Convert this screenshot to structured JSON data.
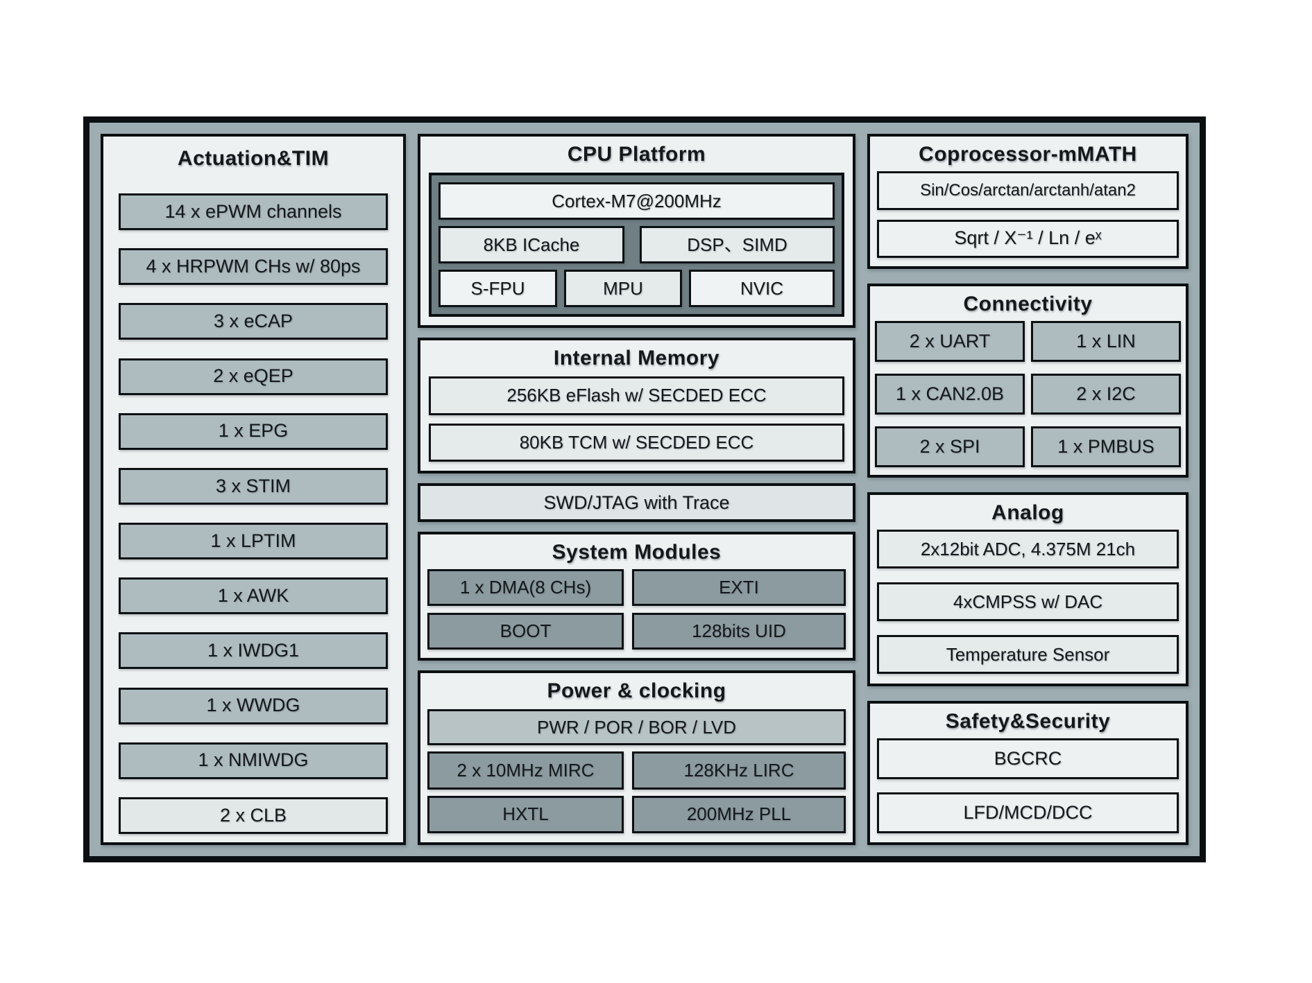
{
  "palette": {
    "page_bg": "#ffffff",
    "chip_bg": "#9dadb2",
    "panel_bg": "#eef1f2",
    "block_gray": "#aebcc0",
    "block_dark": "#8c9ba0",
    "block_medium": "#b8c3c6",
    "block_light": "#e5eaeb",
    "cpu_container": "#6f7f84",
    "border": "#0b0f11"
  },
  "left": {
    "title": "Actuation&TIM",
    "items": [
      "14 x ePWM channels",
      "4 x HRPWM CHs w/ 80ps",
      "3 x eCAP",
      "2 x eQEP",
      "1 x EPG",
      "3 x STIM",
      "1 x LPTIM",
      "1 x AWK",
      "1 x IWDG1",
      "1 x WWDG",
      "1 x NMIWDG",
      "2 x CLB"
    ]
  },
  "cpu": {
    "title": "CPU Platform",
    "core": "Cortex-M7@200MHz",
    "icache": "8KB ICache",
    "dsp": "DSP、SIMD",
    "sfpu": "S-FPU",
    "mpu": "MPU",
    "nvic": "NVIC"
  },
  "memory": {
    "title": "Internal Memory",
    "items": [
      "256KB eFlash w/ SECDED ECC",
      "80KB TCM w/ SECDED ECC"
    ]
  },
  "debug": {
    "label": "SWD/JTAG with Trace"
  },
  "system_modules": {
    "title": "System Modules",
    "items": [
      "1 x DMA(8 CHs)",
      "EXTI",
      "BOOT",
      "128bits UID"
    ]
  },
  "power": {
    "title": "Power & clocking",
    "top": "PWR / POR / BOR / LVD",
    "items": [
      "2 x 10MHz MIRC",
      "128KHz LIRC",
      "HXTL",
      "200MHz PLL"
    ]
  },
  "coprocessor": {
    "title": "Coprocessor-mMATH",
    "items": [
      "Sin/Cos/arctan/arctanh/atan2",
      "Sqrt / X⁻¹ / Ln / eˣ"
    ]
  },
  "connectivity": {
    "title": "Connectivity",
    "items": [
      "2 x UART",
      "1 x LIN",
      "1 x CAN2.0B",
      "2 x I2C",
      "2 x SPI",
      "1 x PMBUS"
    ]
  },
  "analog": {
    "title": "Analog",
    "items": [
      "2x12bit ADC, 4.375M 21ch",
      "4xCMPSS w/ DAC",
      "Temperature Sensor"
    ]
  },
  "safety": {
    "title": "Safety&Security",
    "items": [
      "BGCRC",
      "LFD/MCD/DCC"
    ]
  }
}
